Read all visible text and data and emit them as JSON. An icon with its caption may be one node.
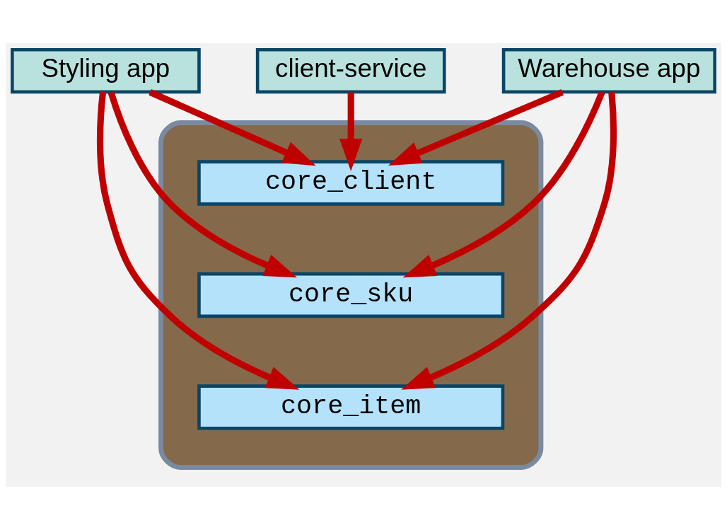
{
  "diagram": {
    "nodes": [
      {
        "text": [
          "Styling app"
        ]
      },
      {
        "text": [
          "Warehouse app"
        ]
      },
      {
        "text": [
          "client-service"
        ]
      },
      {
        "text": [],
        "shape": "cylinder"
      },
      {
        "text": [
          "core_client"
        ],
        "in": 3
      },
      {
        "text": [
          "core_sku"
        ],
        "in": 3
      },
      {
        "text": [
          "core_item"
        ],
        "in": 3
      }
    ],
    "edges": [
      {
        "from": 0,
        "to": 4,
        "arrow": "to"
      },
      {
        "from": 0,
        "to": 5,
        "arrow": "to"
      },
      {
        "from": 0,
        "to": 6,
        "arrow": "to"
      },
      {
        "from": 1,
        "to": 4,
        "arrow": "to"
      },
      {
        "from": 1,
        "to": 5,
        "arrow": "to"
      },
      {
        "from": 1,
        "to": 6,
        "arrow": "to"
      },
      {
        "from": 2,
        "to": 4,
        "arrow": "to"
      }
    ]
  }
}
